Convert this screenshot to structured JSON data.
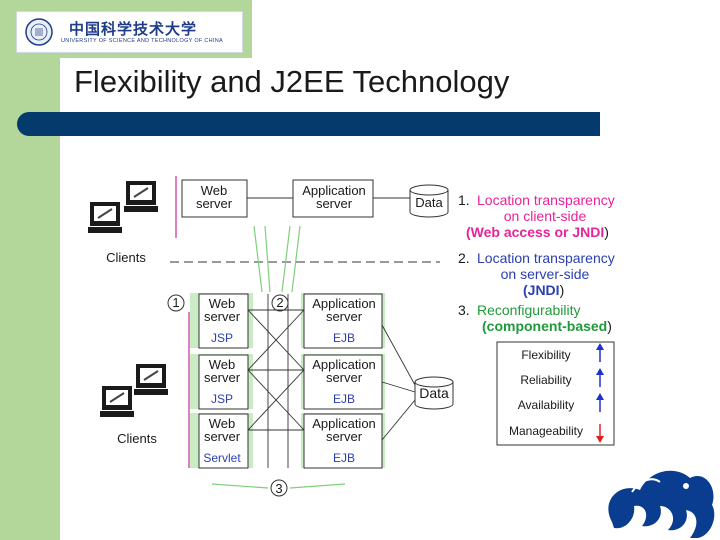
{
  "logo": {
    "name_cn": "中国科学技术大学",
    "name_en": "UNIVERSITY OF SCIENCE AND TECHNOLOGY OF CHINA"
  },
  "slide": {
    "title": "Flexibility and J2EE Technology"
  },
  "diagram": {
    "top": {
      "web_server": [
        "Web",
        "server"
      ],
      "app_server": [
        "Application",
        "server"
      ],
      "data": "Data"
    },
    "clients_top": "Clients",
    "clients_bottom": "Clients",
    "markers": [
      "1",
      "2",
      "3"
    ],
    "rows": [
      {
        "web": [
          "Web",
          "server"
        ],
        "web_tech": "JSP",
        "app": [
          "Application",
          "server"
        ],
        "app_tech": "EJB"
      },
      {
        "web": [
          "Web",
          "server"
        ],
        "web_tech": "JSP",
        "app": [
          "Application",
          "server"
        ],
        "app_tech": "EJB"
      },
      {
        "web": [
          "Web",
          "server"
        ],
        "web_tech": "Servlet",
        "app": [
          "Application",
          "server"
        ],
        "app_tech": "EJB"
      }
    ],
    "bottom_data": "Data",
    "notes": {
      "n1": {
        "num": "1.",
        "line1": "Location transparency",
        "line2": "on client-side",
        "line3_a": "(Web access or JNDI",
        "line3_b": ")"
      },
      "n2": {
        "num": "2.",
        "line1": "Location transparency",
        "line2": "on server-side",
        "line3_a": "(JNDI",
        "line3_b": ")"
      },
      "n3": {
        "num": "3.",
        "line1": "Reconfigurability",
        "line2_a": "(component-based",
        "line2_b": ")"
      }
    },
    "qualities": [
      "Flexibility",
      "Reliability",
      "Availability",
      "Manageability"
    ]
  },
  "colors": {
    "sidebar": "#b3d79b",
    "title_bar": "#053a6c",
    "note_highlight": "#e8229a",
    "pink_line": "#cc2c9a",
    "green_line": "#7fd07a",
    "tech_blue": "#2a3fb0",
    "arrow_up": "#1f2fd0",
    "arrow_down": "#e0201a"
  }
}
